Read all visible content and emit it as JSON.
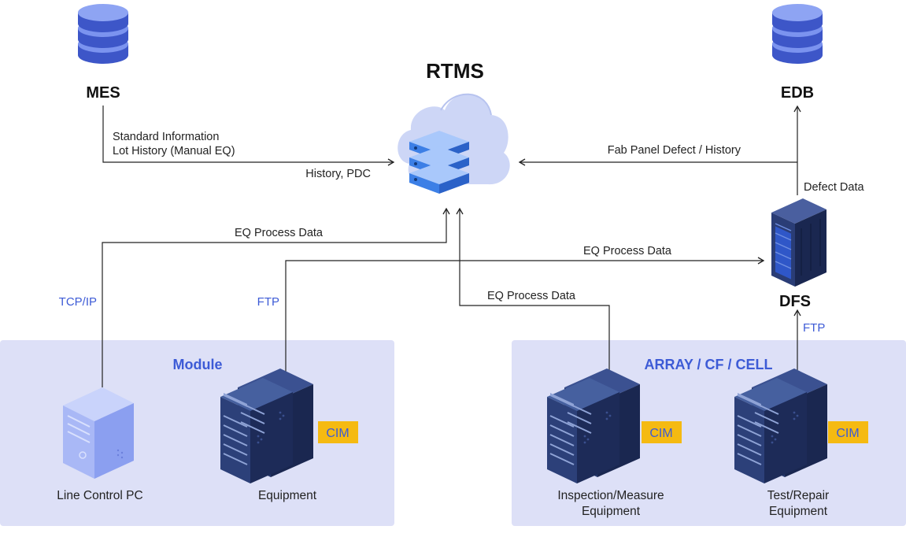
{
  "nodes": {
    "mes": "MES",
    "rtms": "RTMS",
    "edb": "EDB",
    "dfs": "DFS"
  },
  "groups": {
    "module": "Module",
    "array": "ARRAY / CF / CELL"
  },
  "devices": {
    "line_control_pc": "Line Control PC",
    "equipment": "Equipment",
    "inspection_line1": "Inspection/Measure",
    "inspection_line2": "Equipment",
    "test_line1": "Test/Repair",
    "test_line2": "Equipment",
    "cim": "CIM"
  },
  "flows": {
    "mes_info_1": "Standard Information",
    "mes_info_2": "Lot History (Manual EQ)",
    "history_pdc": "History, PDC",
    "fab_panel": "Fab Panel Defect / History",
    "defect_data": "Defect Data",
    "eq_process_1": "EQ Process Data",
    "eq_process_2": "EQ Process Data",
    "eq_process_3": "EQ Process Data"
  },
  "protocols": {
    "tcpip": "TCP/IP",
    "ftp_module": "FTP",
    "ftp_dfs": "FTP"
  },
  "colors": {
    "group_bg": "#dde0f7",
    "accent": "#3d5bd6",
    "cim_badge": "#f5ba12",
    "server_dark": "#1f2f5c",
    "db_blue": "#5a75e0"
  },
  "icons": {
    "db": "database-icon",
    "cloud": "cloud-server-icon",
    "rack": "server-rack-icon",
    "pc": "desktop-tower-icon"
  }
}
